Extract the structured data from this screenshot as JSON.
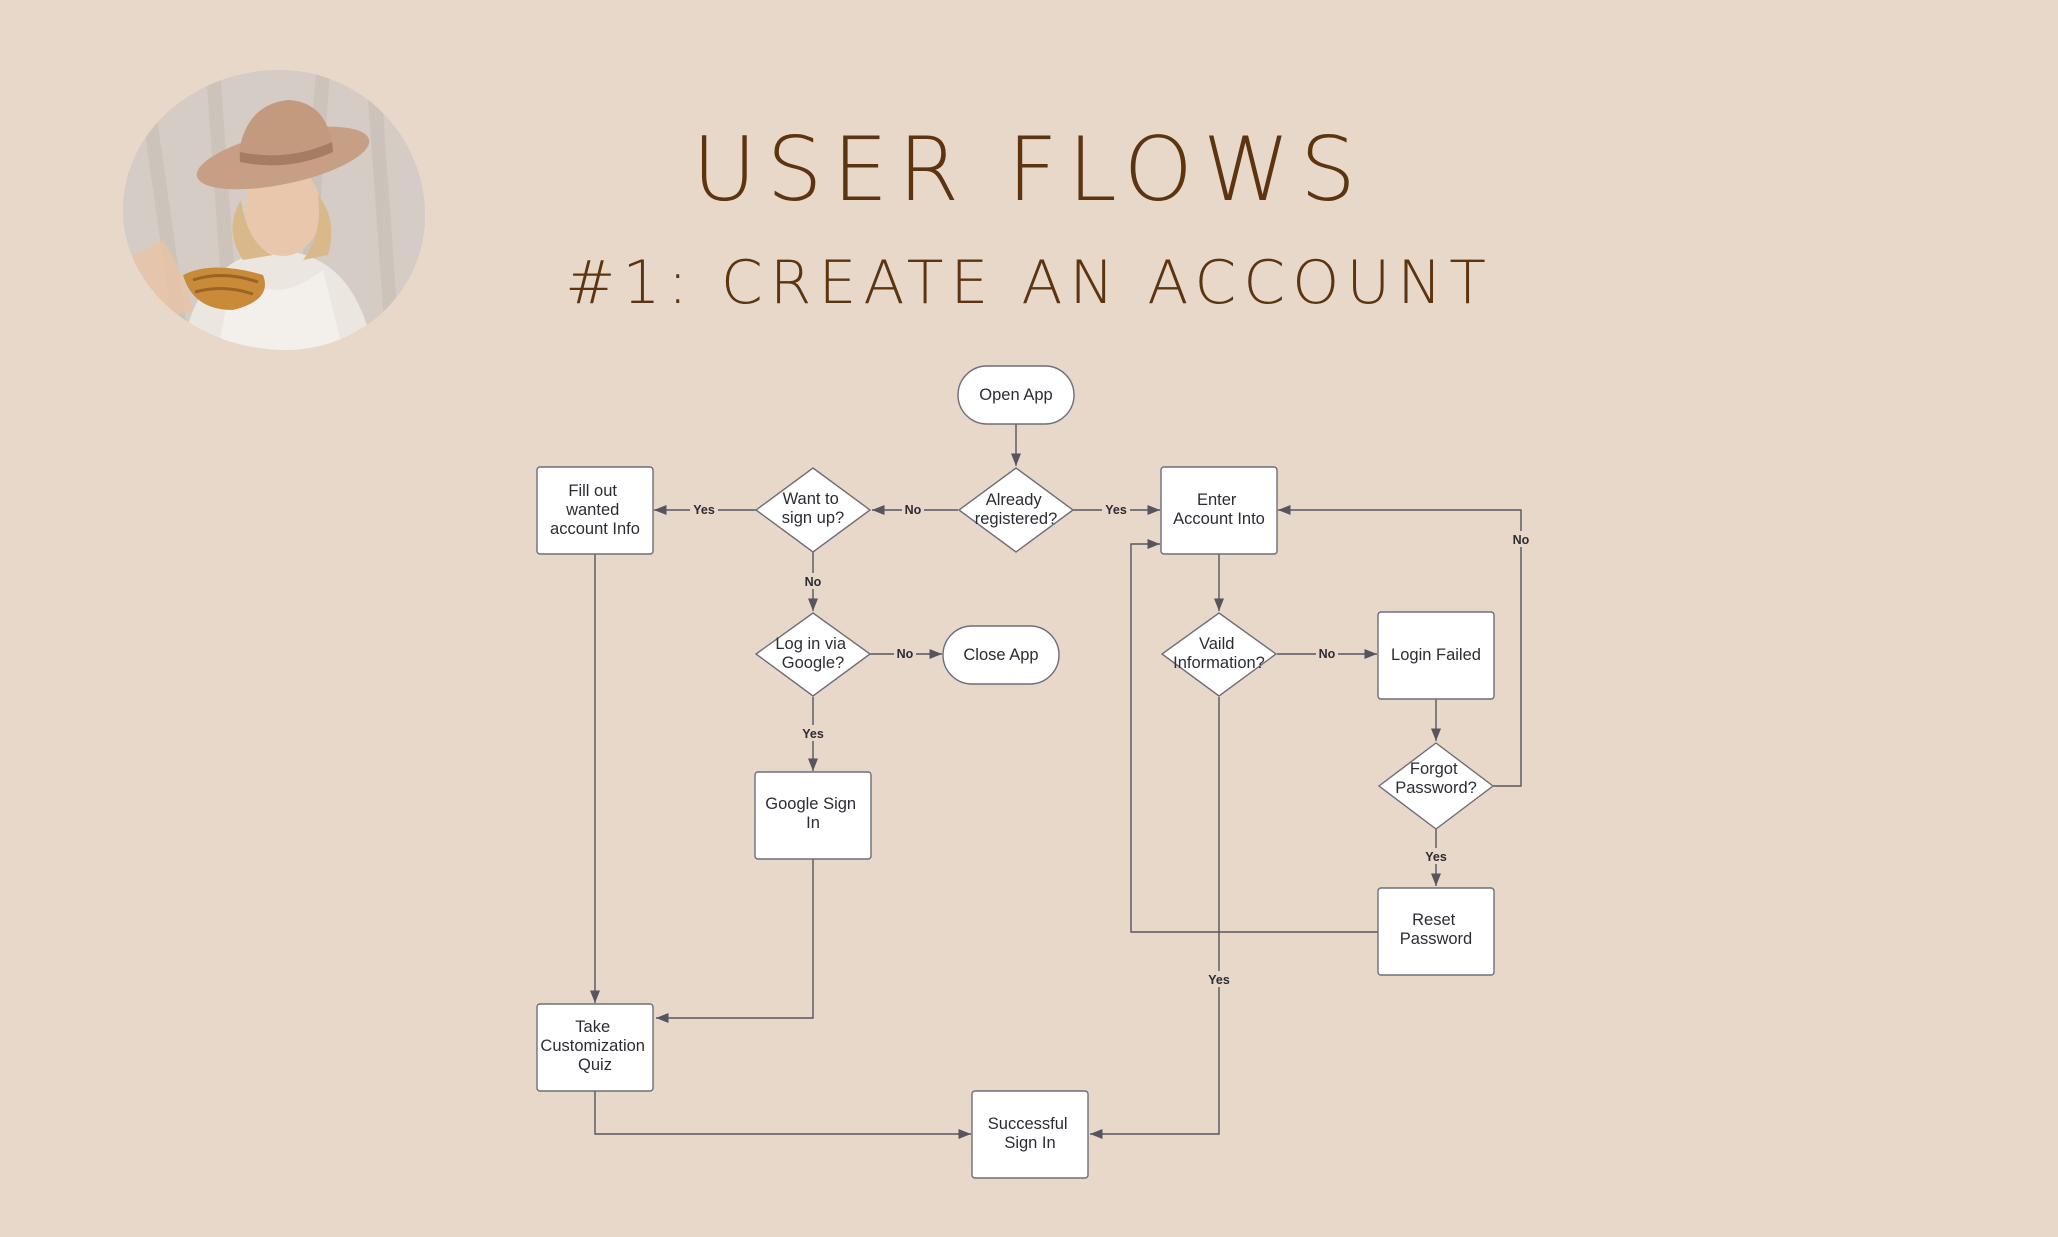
{
  "header": {
    "title": "USER FLOWS",
    "subtitle": "#1: CREATE AN ACCOUNT"
  },
  "colors": {
    "background": "#e8d8c9",
    "title": "#5c340f",
    "node_fill": "#ffffff",
    "node_stroke": "#6e6e78",
    "edge": "#55555f"
  },
  "flow": {
    "nodes": {
      "open_app": "Open App",
      "already_registered": [
        "Already",
        "registered?"
      ],
      "want_to_sign_up": [
        "Want to",
        "sign up?"
      ],
      "fill_out": [
        "Fill out",
        "wanted",
        "account Info"
      ],
      "enter_account": [
        "Enter",
        "Account Into"
      ],
      "log_in_google": [
        "Log in via",
        "Google?"
      ],
      "close_app": "Close App",
      "google_sign_in": [
        "Google Sign",
        "In"
      ],
      "valid_information": [
        "Vaild",
        "Information?"
      ],
      "login_failed": "Login Failed",
      "forgot_password": [
        "Forgot",
        "Password?"
      ],
      "reset_password": [
        "Reset",
        "Password"
      ],
      "take_quiz": [
        "Take",
        "Customization",
        "Quiz"
      ],
      "successful_sign_in": [
        "Successful",
        "Sign In"
      ]
    },
    "labels": {
      "yes": "Yes",
      "no": "No"
    }
  }
}
